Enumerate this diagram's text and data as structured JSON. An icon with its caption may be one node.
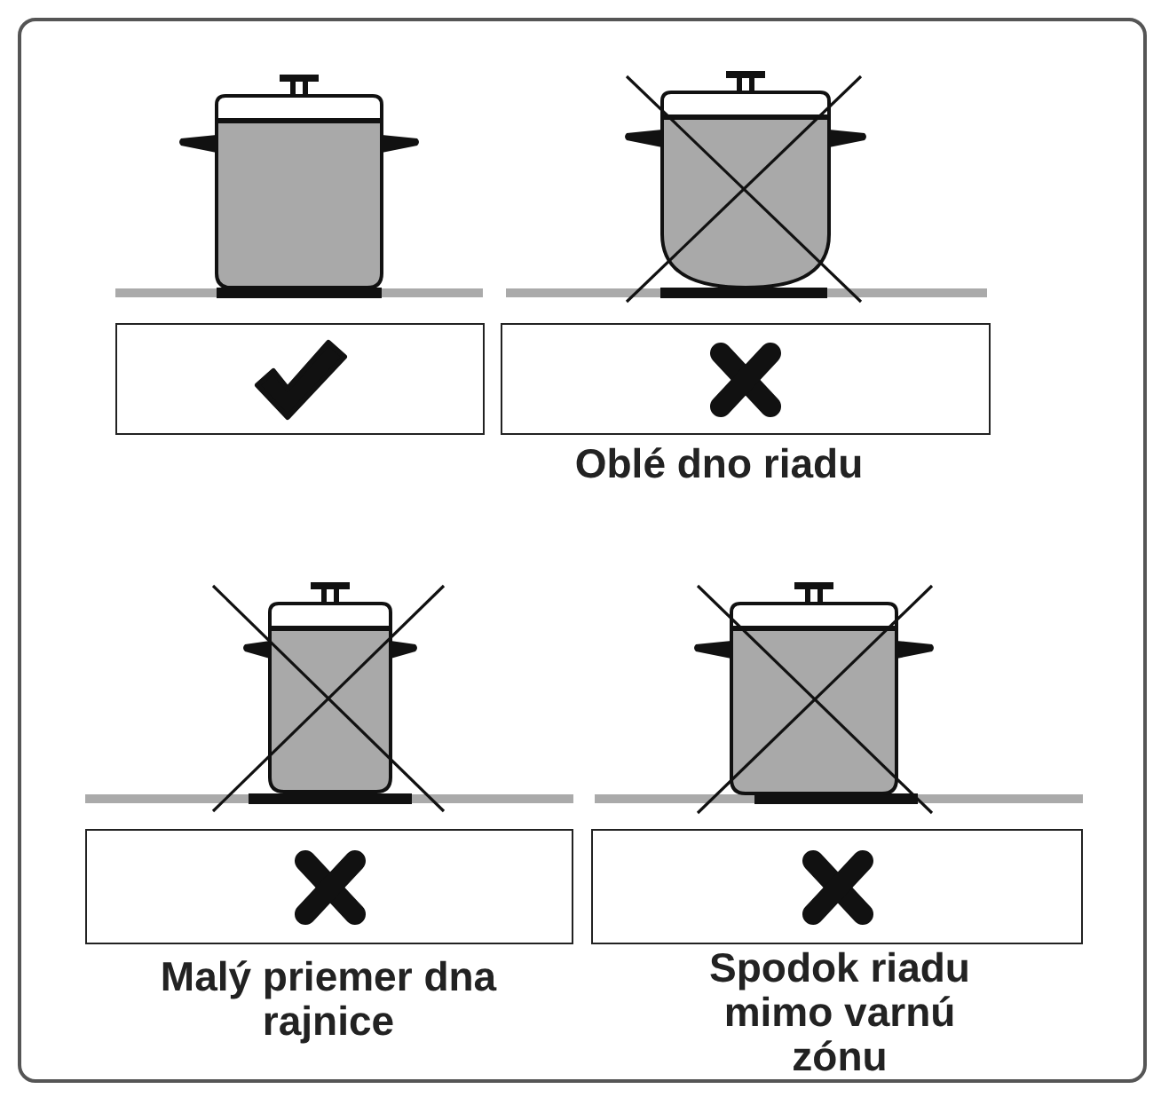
{
  "diagram": {
    "nodes": [
      {
        "text": [],
        "shape": "box"
      },
      {
        "text": [],
        "shape": "box",
        "in": 0
      },
      {
        "text": [],
        "shape": "box",
        "in": 0,
        "beside": [
          "Oblé dno riadu"
        ]
      },
      {
        "text": [],
        "shape": "box",
        "in": 0,
        "beside": [
          "Malý priemer dna rajnice"
        ]
      },
      {
        "text": [],
        "shape": "box",
        "in": 0,
        "beside": [
          "Spodok riadu mimo varnú zónu"
        ]
      }
    ]
  }
}
